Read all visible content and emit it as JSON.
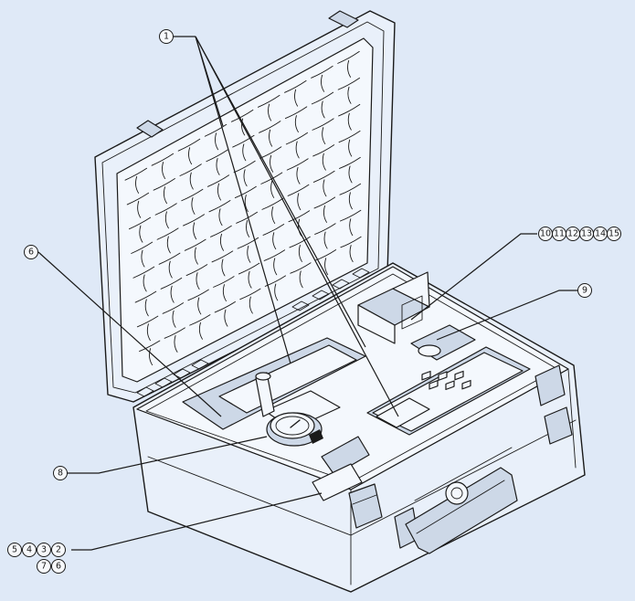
{
  "callouts": {
    "c1": "1",
    "c6_left": "6",
    "c8": "8",
    "c9": "9",
    "group_top_right": [
      "10",
      "11",
      "12",
      "13",
      "14",
      "15"
    ],
    "group_bottom_left_row1": [
      "5",
      "4",
      "3",
      "2"
    ],
    "group_bottom_left_row2": [
      "7",
      "6"
    ]
  },
  "colors": {
    "background": "#dfe9f7",
    "line": "#1a1a1a",
    "case_fill": "#e9f0fa"
  },
  "icons": [
    "open-carry-case",
    "egg-crate-foam-lid",
    "pressure-gauge",
    "handheld-controller",
    "latch"
  ]
}
